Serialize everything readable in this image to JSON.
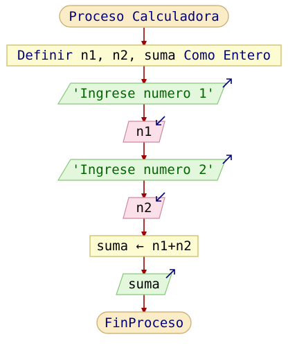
{
  "flowchart": {
    "start": {
      "keyword": "Proceso",
      "name": "Calculadora"
    },
    "define": {
      "keyword": "Definir",
      "vars": "n1, n2, suma",
      "type_keyword": "Como Entero"
    },
    "write1": "'Ingrese numero 1'",
    "read1": "n1",
    "write2": "'Ingrese numero 2'",
    "read2": "n2",
    "assign": {
      "target": "suma",
      "arrow": "←",
      "expr": "n1+n2"
    },
    "write3": "suma",
    "end": "FinProceso"
  },
  "colors": {
    "terminator_fill": "#fbecc8",
    "terminator_stroke": "#c8a96a",
    "process_fill": "#fdfbd2",
    "process_stroke": "#c9b85a",
    "output_fill": "#e3f7dc",
    "output_stroke": "#86c77a",
    "input_fill": "#fbe0ea",
    "input_stroke": "#cf86a0",
    "connector": "#a00000",
    "keyword_text": "#00007a",
    "string_text": "#006600",
    "io_arrow": "#00007a"
  }
}
